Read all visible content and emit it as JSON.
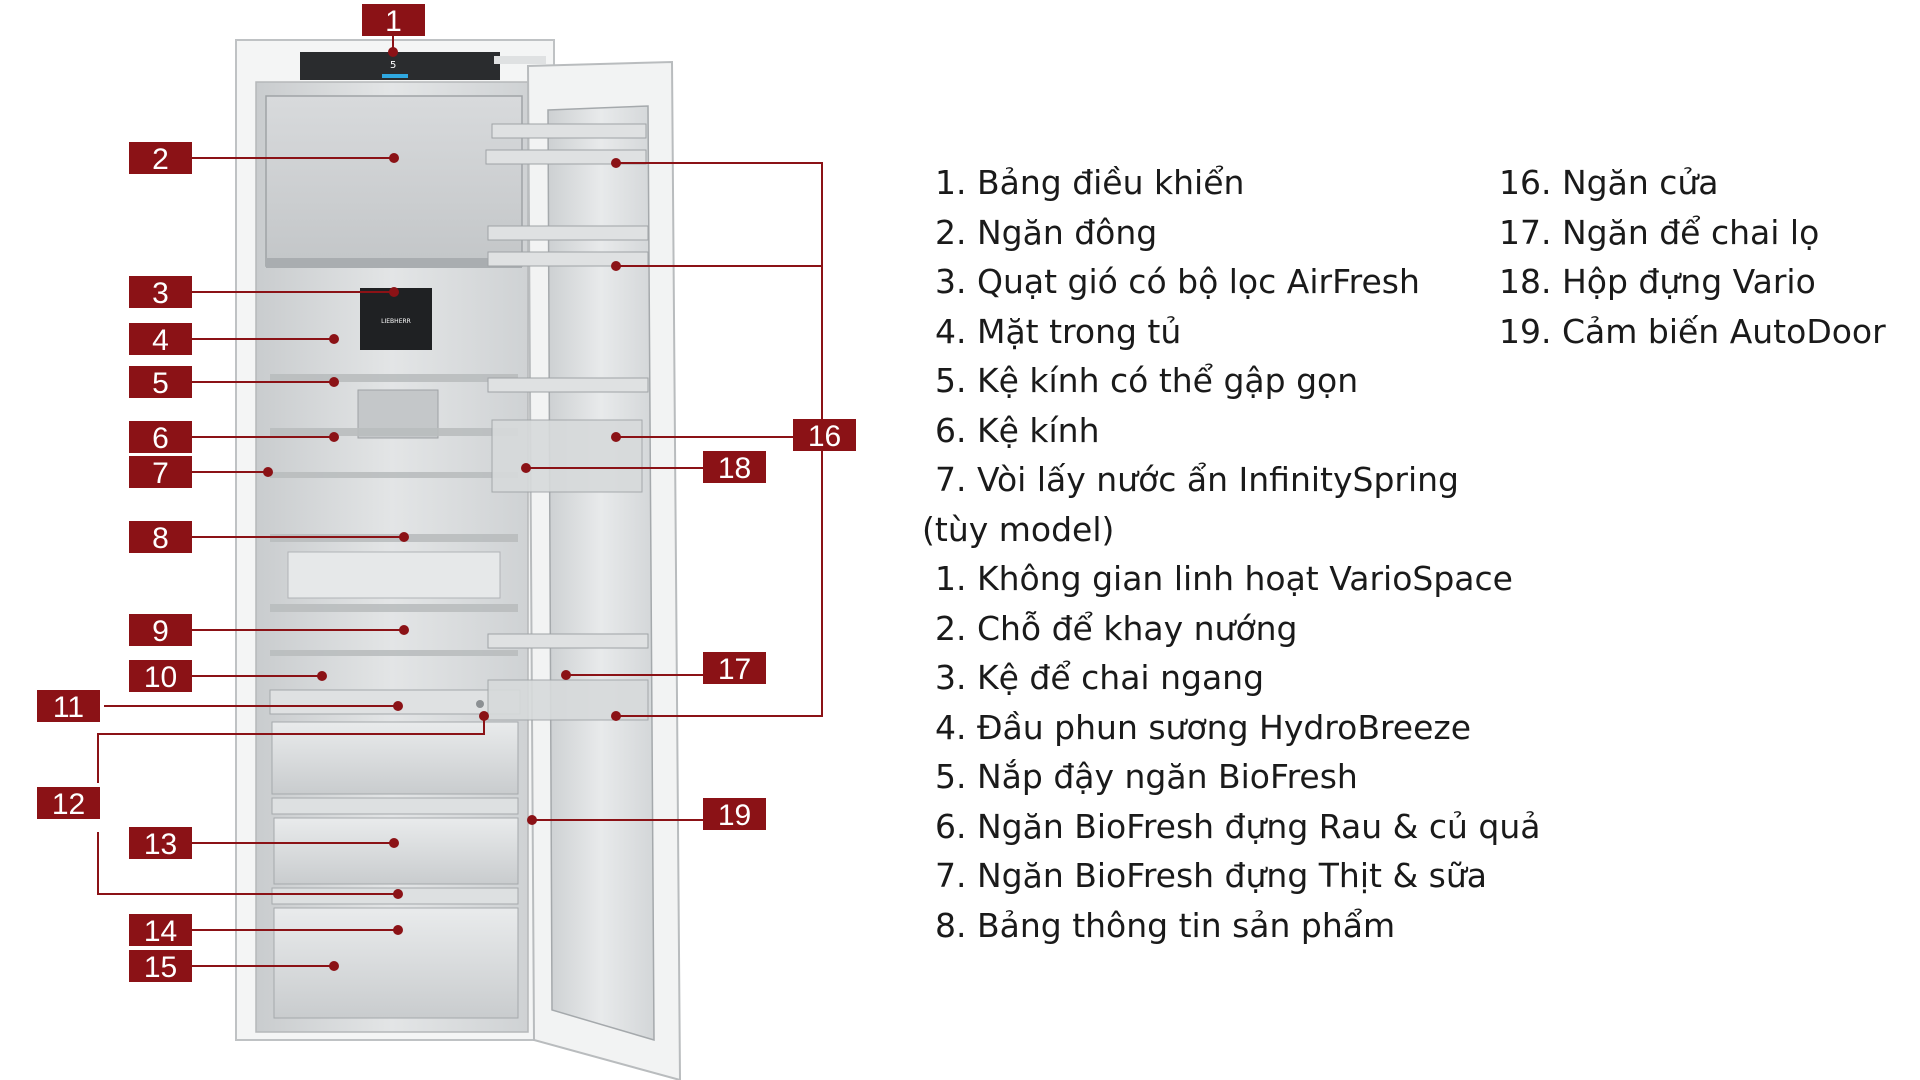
{
  "colors": {
    "marker": "#8b1216",
    "line": "#8b1216",
    "text": "#1a1a1a",
    "background": "#ffffff"
  },
  "image": {
    "subject": "built-in refrigerator with door open",
    "brand_mark": "LIEBHERR"
  },
  "markers": [
    "1",
    "2",
    "3",
    "4",
    "5",
    "6",
    "7",
    "8",
    "9",
    "10",
    "11",
    "12",
    "13",
    "14",
    "15",
    "16",
    "17",
    "18",
    "19"
  ],
  "legend": {
    "left": [
      "1. Bảng điều khiển",
      "2. Ngăn đông",
      "3. Quạt gió có bộ lọc AirFresh",
      "4. Mặt trong tủ",
      "5. Kệ kính có thể gập gọn",
      "6. Kệ kính",
      "7. Vòi lấy nước ẩn InfinitySpring",
      "(tùy model)",
      "1. Không gian linh hoạt VarioSpace",
      "2. Chỗ để khay nướng",
      "3. Kệ để chai ngang",
      "4. Đầu phun sương HydroBreeze",
      "5. Nắp đậy ngăn BioFresh",
      "6. Ngăn BioFresh đựng Rau & củ quả",
      "7. Ngăn BioFresh đựng Thịt & sữa",
      "8. Bảng thông tin sản phẩm"
    ],
    "right": [
      "16. Ngăn cửa",
      "17. Ngăn để chai lọ",
      "18. Hộp đựng Vario",
      "19. Cảm biến AutoDoor"
    ]
  }
}
